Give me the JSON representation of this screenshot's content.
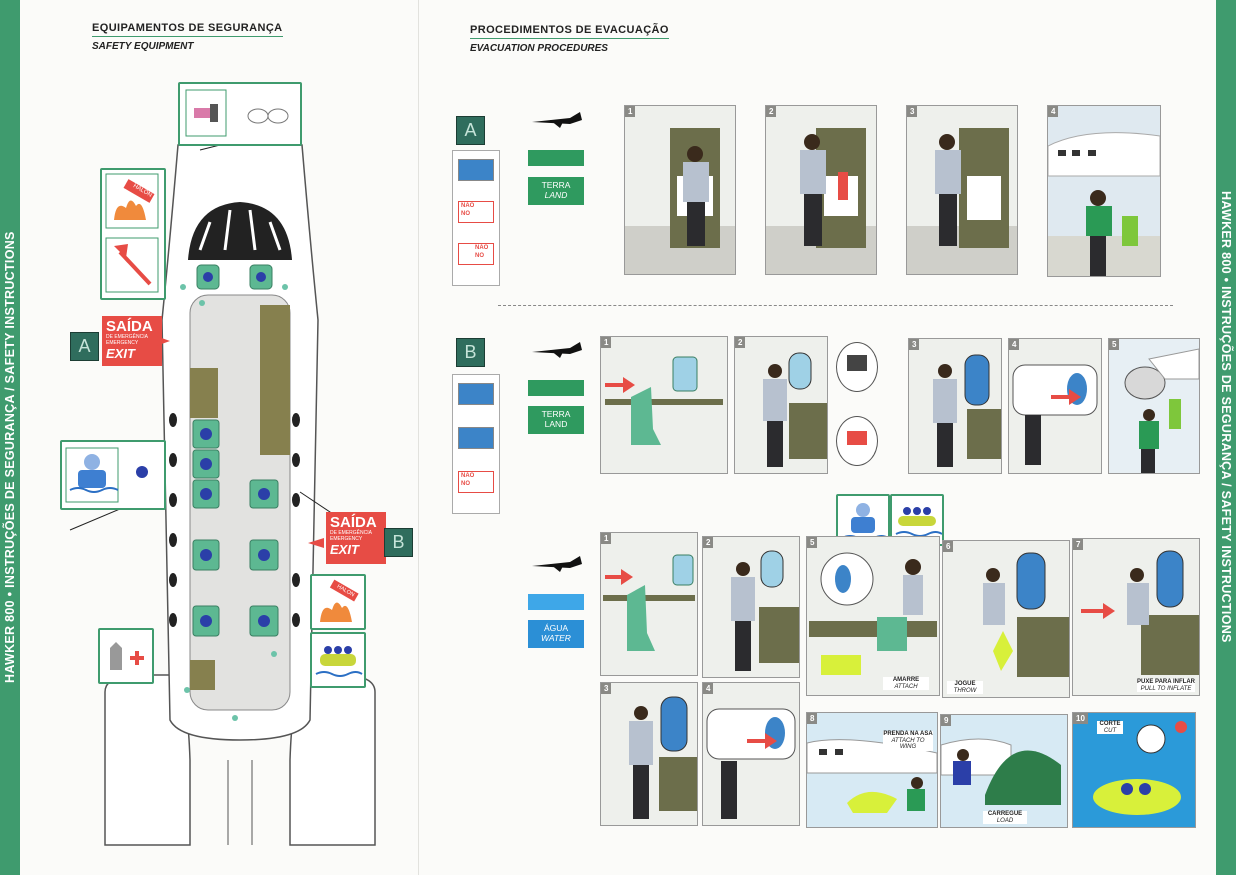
{
  "left_section": {
    "title_pt": "EQUIPAMENTOS DE SEGURANÇA",
    "title_en": "SAFETY EQUIPMENT",
    "halon_label": "HALON",
    "exit_a": {
      "letter": "A",
      "title": "SAÍDA",
      "sub_pt": "DE EMERGÊNCIA",
      "sub_en": "EMERGENCY",
      "exit": "EXIT"
    },
    "exit_b": {
      "letter": "B",
      "title": "SAÍDA",
      "sub_pt": "DE EMERGÊNCIA",
      "sub_en": "EMERGENCY",
      "exit": "EXIT"
    }
  },
  "right_section": {
    "title_pt": "PROCEDIMENTOS DE EVACUAÇÃO",
    "title_en": "EVACUATION PROCEDURES",
    "nao_label": "NÃO",
    "no_label": "NO",
    "procedure_a": {
      "letter": "A",
      "terrain_pt": "TERRA",
      "terrain_en": "LAND",
      "steps": [
        "1",
        "2",
        "3",
        "4"
      ]
    },
    "procedure_b": {
      "letter": "B",
      "land_terrain_pt": "TERRA",
      "land_terrain_en": "LAND",
      "land_steps": [
        "1",
        "2",
        "3",
        "4",
        "5"
      ],
      "water_terrain_pt": "ÁGUA",
      "water_terrain_en": "WATER",
      "water_steps": [
        "1",
        "2",
        "3",
        "4",
        "5",
        "6",
        "7",
        "8",
        "9",
        "10"
      ],
      "captions": {
        "amarre_pt": "AMARRE",
        "amarre_en": "ATTACH",
        "jogue_pt": "JOGUE",
        "jogue_en": "THROW",
        "puxe_pt": "PUXE PARA INFLAR",
        "puxe_en": "PULL TO INFLATE",
        "prenda_pt": "PRENDA NA ASA",
        "prenda_en": "ATTACH TO WING",
        "carregue_pt": "CARREGUE",
        "carregue_en": "LOAD",
        "corte_pt": "CORTE",
        "corte_en": "CUT"
      }
    }
  },
  "side_banner": "HAWKER 800 • INSTRUÇÕES DE SEGURANÇA / SAFETY INSTRUCTIONS",
  "colors": {
    "accent_green": "#3f9b6e",
    "exit_red": "#e74c45",
    "letter_box": "#2f6d5d",
    "water_blue": "#2b8fd6"
  }
}
